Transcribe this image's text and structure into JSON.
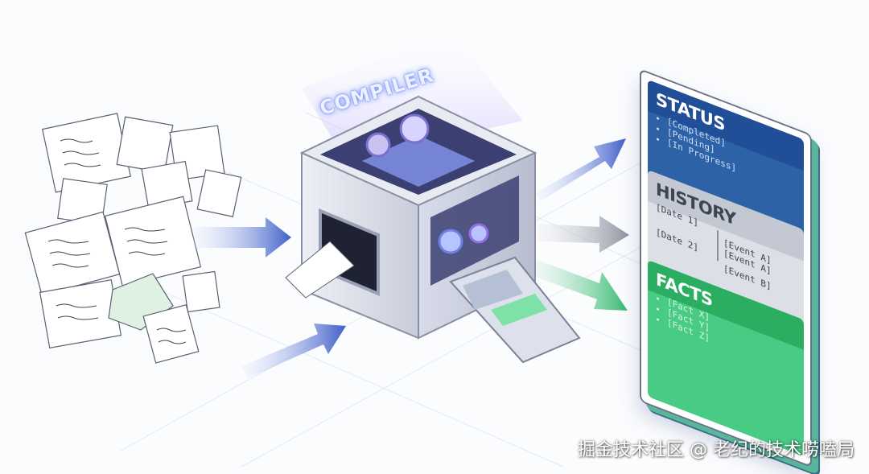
{
  "compiler": {
    "label": "COMPILER"
  },
  "book": {
    "status": {
      "title": "STATUS",
      "items": [
        "[Completed]",
        "[Pending]",
        "[In Progress]"
      ]
    },
    "history": {
      "title": "HISTORY",
      "dates": [
        "[Date 1]",
        "[Date 2]"
      ],
      "events": [
        "[Event A]",
        "[Event A]",
        "[Event B]"
      ]
    },
    "facts": {
      "title": "FACTS",
      "items": [
        "[Fact X]",
        "[Fact Y]",
        "[Fact Z]"
      ]
    }
  },
  "colors": {
    "status": "#214f97",
    "history": "#c3c8d2",
    "facts": "#2cae62",
    "arrow_blue": "#4d6fd0",
    "arrow_gray": "#9aa0aa",
    "arrow_green": "#3fc07a"
  },
  "watermark": "掘金技术社区 @ 老纪的技术唠嗑局"
}
